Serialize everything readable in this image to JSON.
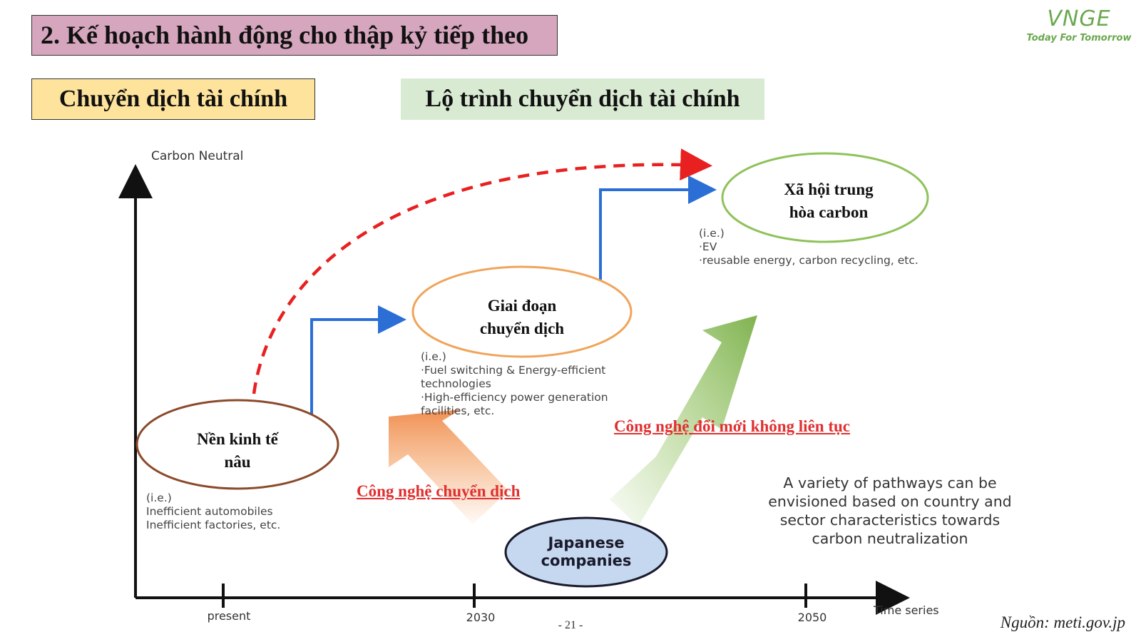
{
  "header": {
    "section_title": "2. Kế hoạch hành động cho thập kỷ tiếp theo",
    "tag_finance": "Chuyển dịch tài chính",
    "tag_roadmap": "Lộ trình chuyển dịch tài chính"
  },
  "logo": {
    "mark": "VNGE",
    "tagline": "Today For Tomorrow",
    "color": "#6aa84f"
  },
  "axes": {
    "y_label": "Carbon Neutral",
    "x_label": "Time series",
    "ticks": [
      "present",
      "2030",
      "2050"
    ]
  },
  "nodes": {
    "brown": {
      "label_line1": "Nền kinh tế",
      "label_line2": "nâu",
      "color": "#8b4a2b"
    },
    "transition": {
      "label_line1": "Giai đoạn",
      "label_line2": "chuyển dịch",
      "color": "#f0a45a"
    },
    "neutral": {
      "label_line1": "Xã hội trung",
      "label_line2": "hòa carbon",
      "color": "#8fc25a"
    },
    "japan": {
      "label_line1": "Japanese",
      "label_line2": "companies",
      "fill": "#c6d8ef",
      "stroke": "#1a1a2e"
    }
  },
  "examples": {
    "brown": [
      "(i.e.)",
      "Inefficient automobiles",
      "Inefficient factories, etc."
    ],
    "transition": [
      "(i.e.)",
      "·Fuel switching & Energy-efficient",
      "technologies",
      "·High-efficiency power generation",
      "facilities, etc."
    ],
    "neutral": [
      "(i.e.)",
      "·EV",
      "·reusable energy, carbon recycling, etc."
    ]
  },
  "labels": {
    "transition_tech": "Công nghệ chuyển dịch",
    "disruptive_tech": "Công nghệ đổi mới không liên tục"
  },
  "note": {
    "lines": [
      "A variety of pathways can be",
      "envisioned based on country and",
      "sector characteristics towards",
      "carbon neutralization"
    ]
  },
  "colors": {
    "step_arrow": "#2b6fd6",
    "dashed_arrow": "#e82020",
    "red_text": "#e03030"
  },
  "footer": {
    "page_number": "- 21 -",
    "source": "Nguồn: meti.gov.jp"
  }
}
